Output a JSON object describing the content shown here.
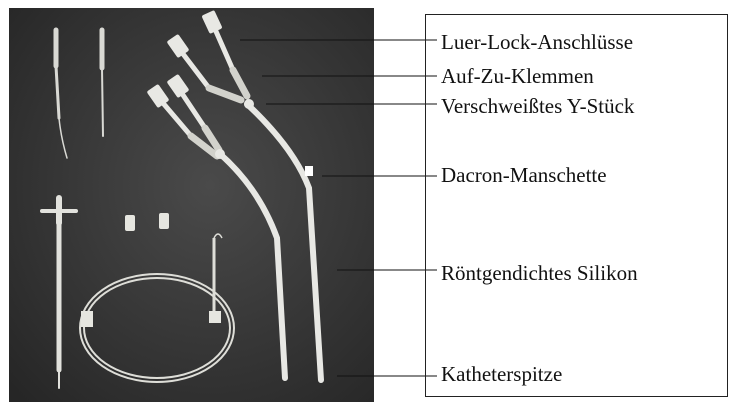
{
  "labels": [
    "Luer-Lock-Anschlüsse",
    "Auf-Zu-Klemmen",
    "Verschweißtes Y-Stück",
    "Dacron-Manschette",
    "Röntgendichtes Silikon",
    "Katheterspitze"
  ],
  "colors": {
    "photo_background": "#3c3c3c",
    "tube": "#e8e8e4",
    "leader_line": "#111111"
  }
}
